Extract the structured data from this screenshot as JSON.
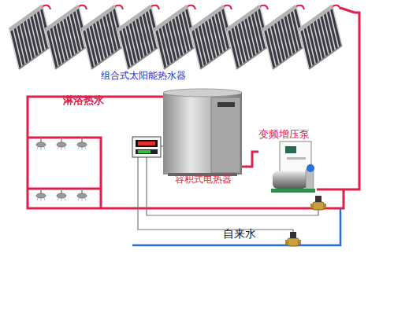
{
  "diagram": {
    "nodes": [
      {
        "text": [
          "组合式太阳能热水器"
        ]
      },
      {
        "text": [
          "容积式电热器"
        ]
      },
      {
        "text": [
          "变频增压泵"
        ]
      }
    ],
    "edges": [
      {
        "from": 0,
        "to": 2,
        "arrow": "none"
      },
      {
        "from": 1,
        "to": 2,
        "arrow": "none"
      }
    ],
    "labels": [
      "淋浴热水",
      "自来水"
    ]
  }
}
